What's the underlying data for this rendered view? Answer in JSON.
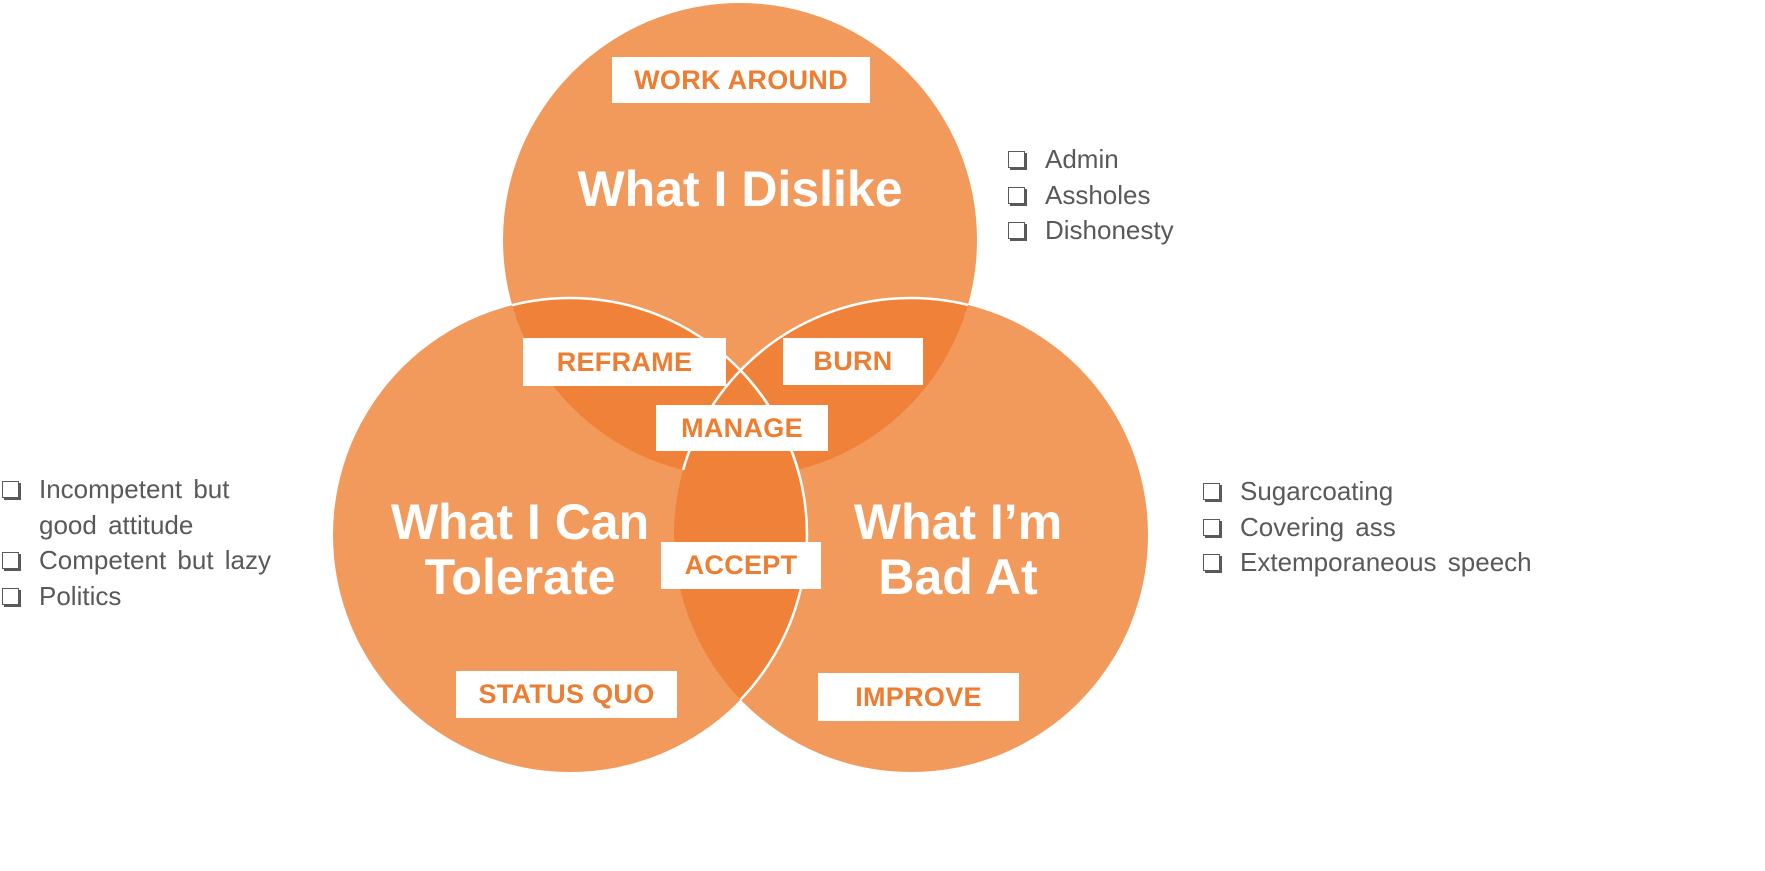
{
  "colors": {
    "circle": "#F2995C",
    "overlap": "#EF8238",
    "label_text": "#ED7D31",
    "list_text": "#595959"
  },
  "circles": {
    "top": {
      "title": "What I Dislike",
      "label": "WORK AROUND"
    },
    "left": {
      "title_line1": "What I Can",
      "title_line2": "Tolerate",
      "label": "STATUS QUO"
    },
    "right": {
      "title_line1": "What I’m",
      "title_line2": "Bad At",
      "label": "IMPROVE"
    }
  },
  "overlaps": {
    "top_left": "REFRAME",
    "top_right": "BURN",
    "center": "MANAGE",
    "left_right": "ACCEPT"
  },
  "lists": {
    "dislike": [
      "Admin",
      "Assholes",
      "Dishonesty"
    ],
    "tolerate": [
      "Incompetent but good attitude",
      "Competent but lazy",
      "Politics"
    ],
    "bad_at": [
      "Sugarcoating",
      "Covering ass",
      "Extemporaneous speech"
    ]
  },
  "icons": {
    "bullet": "checkbox-icon"
  }
}
